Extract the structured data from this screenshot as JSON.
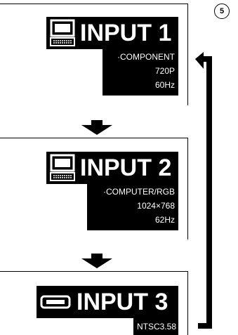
{
  "step_badge": "5",
  "inputs": [
    {
      "title": "INPUT 1",
      "icon": "monitor-icon",
      "details": [
        "·COMPONENT",
        "720P",
        "60Hz"
      ]
    },
    {
      "title": "INPUT 2",
      "icon": "monitor-icon",
      "details": [
        "·COMPUTER/RGB",
        "1024×768",
        "62Hz"
      ]
    },
    {
      "title": "INPUT 3",
      "icon": "video-input-icon",
      "details": [
        "NTSC3.58"
      ]
    }
  ]
}
